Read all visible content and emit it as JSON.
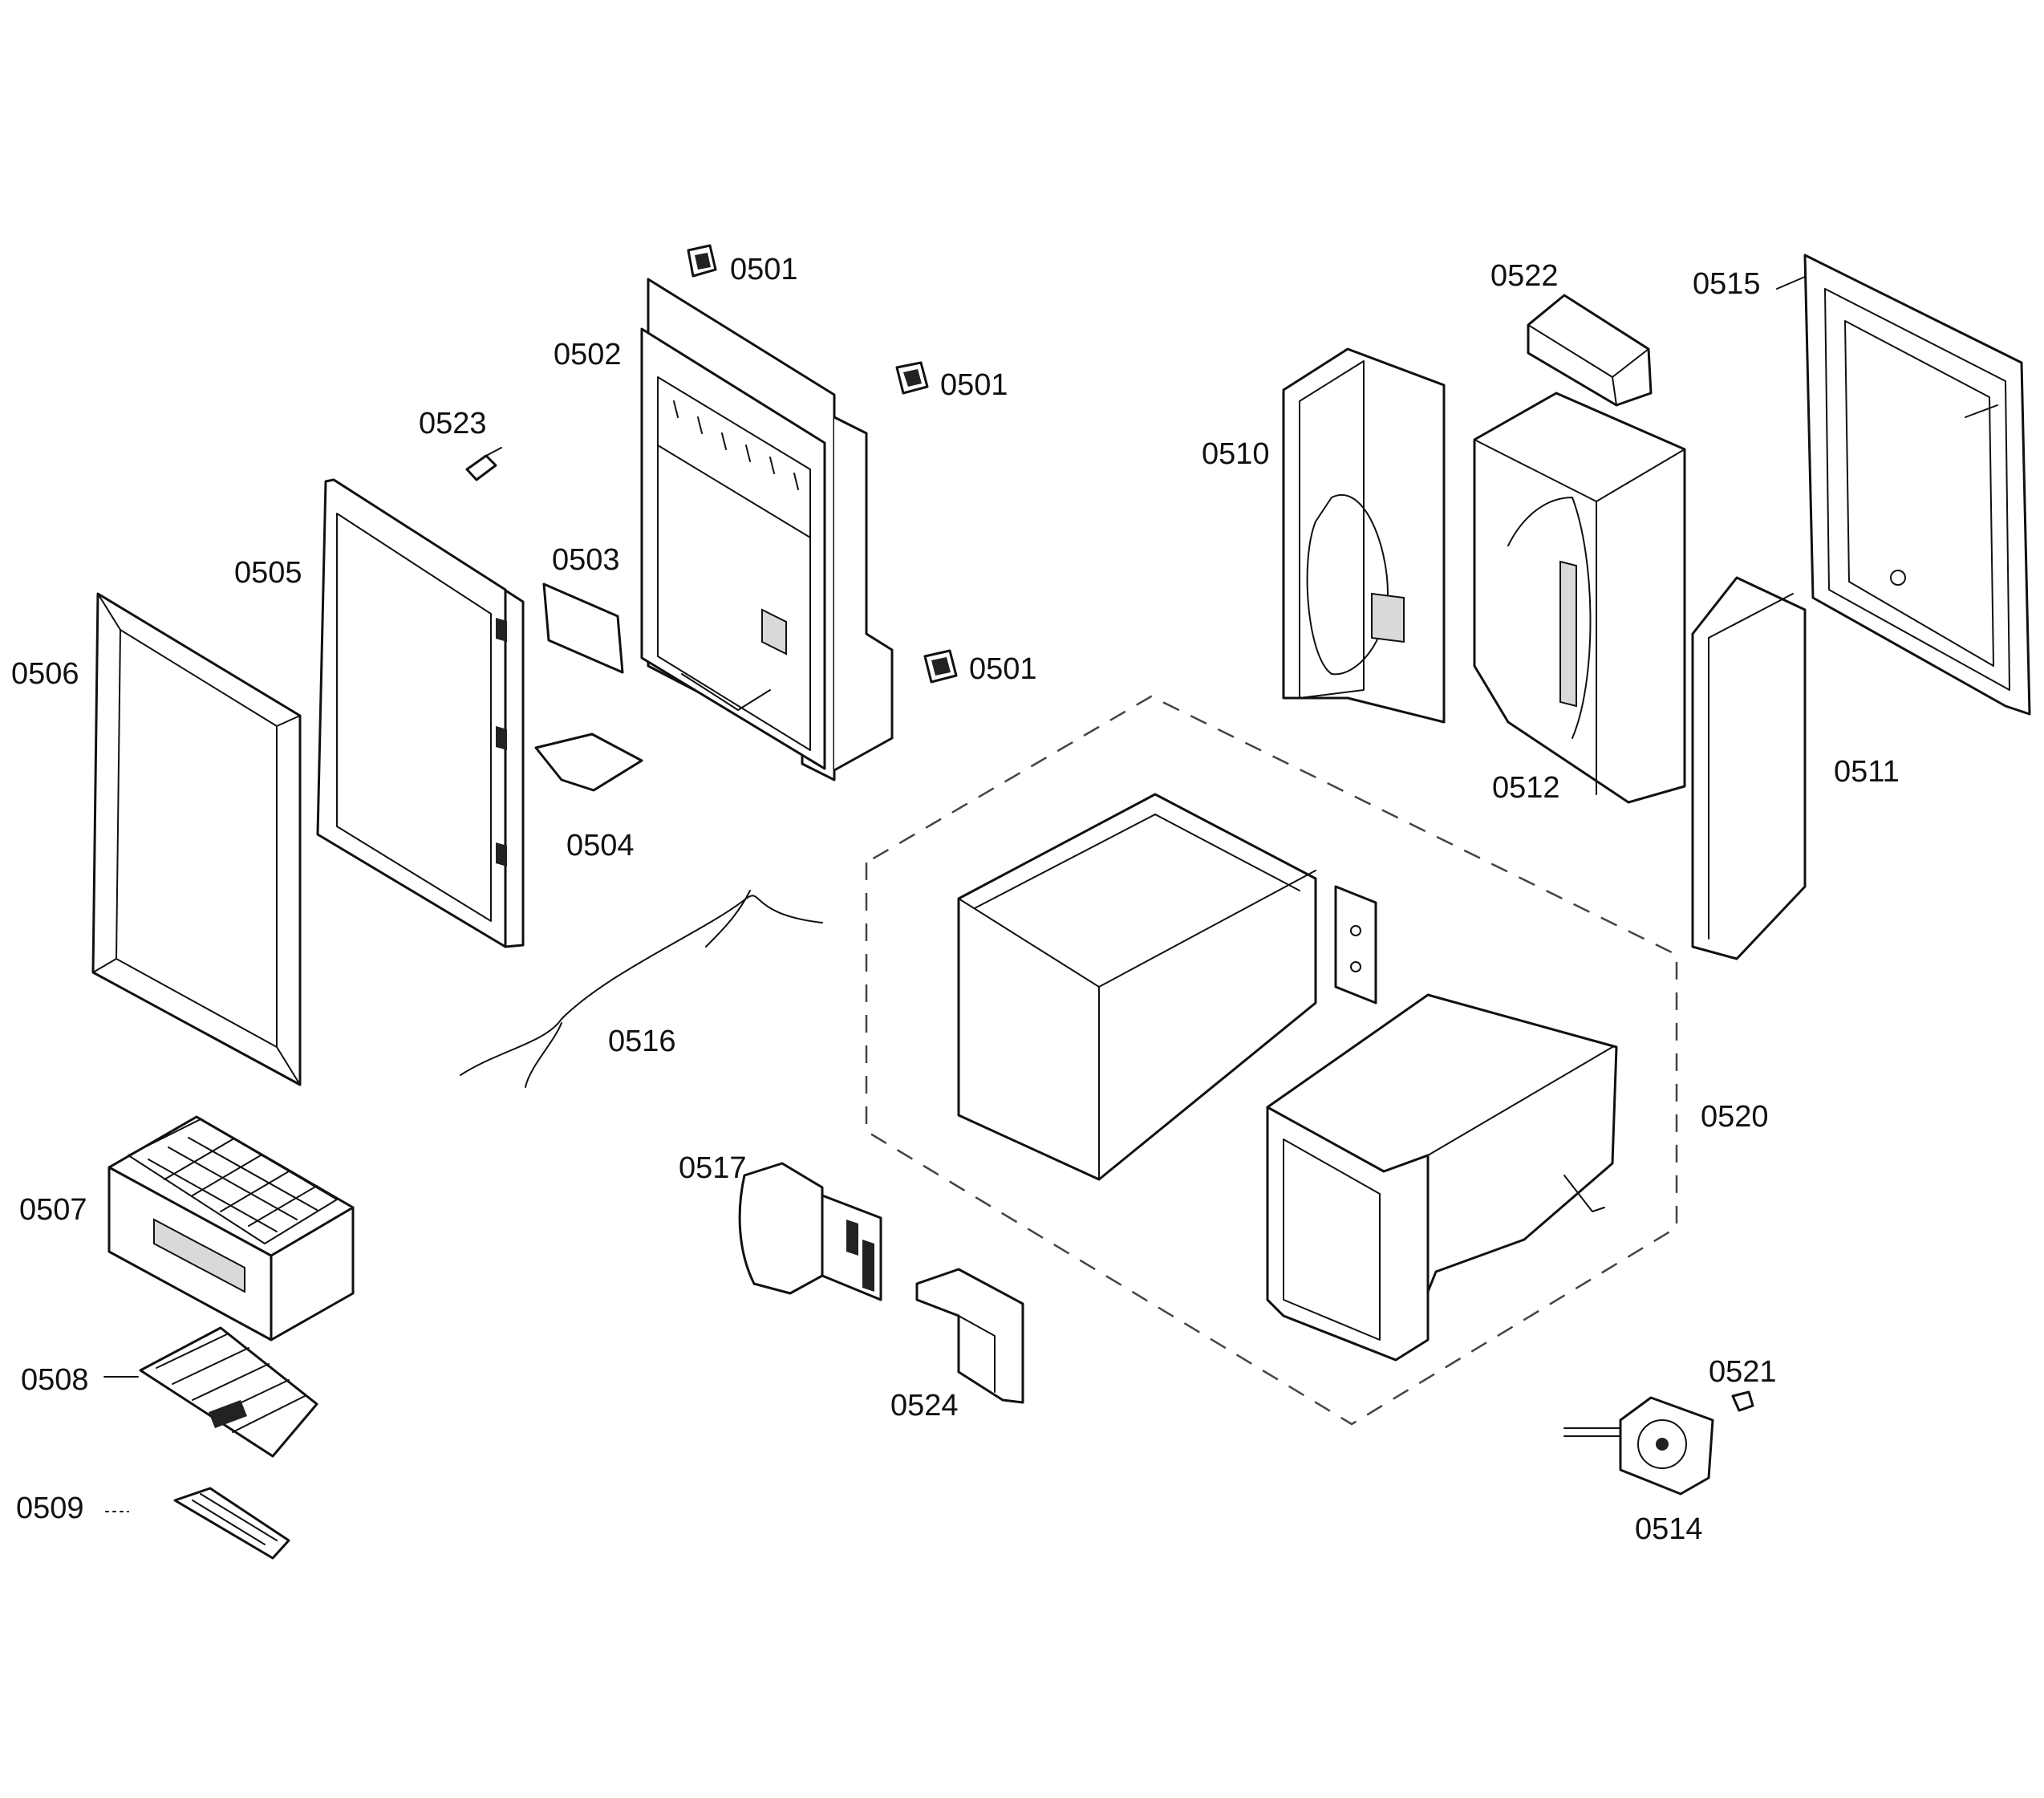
{
  "callouts": {
    "p0501a": "0501",
    "p0501b": "0501",
    "p0501c": "0501",
    "p0502": "0502",
    "p0503": "0503",
    "p0504": "0504",
    "p0505": "0505",
    "p0506": "0506",
    "p0507": "0507",
    "p0508": "0508",
    "p0509": "0509",
    "p0510": "0510",
    "p0511": "0511",
    "p0512": "0512",
    "p0514": "0514",
    "p0515": "0515",
    "p0516": "0516",
    "p0517": "0517",
    "p0520": "0520",
    "p0521": "0521",
    "p0522": "0522",
    "p0523": "0523",
    "p0524": "0524"
  },
  "colors": {
    "line": "#111111",
    "background": "#ffffff",
    "dashed_outline": "#444444"
  }
}
